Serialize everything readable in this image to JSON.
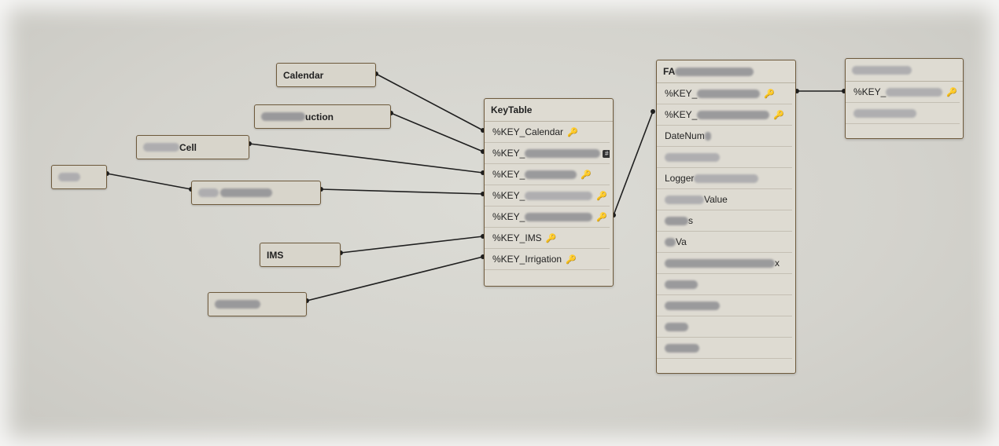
{
  "standalone_tables": {
    "calendar": "Calendar",
    "production": "uction",
    "pressurecell": "Cell",
    "farm": "",
    "ims": "IMS",
    "irrigation": ""
  },
  "keytable": {
    "title": "KeyTable",
    "rows": [
      "%KEY_Calendar",
      "%KEY_",
      "%KEY_",
      "%KEY_",
      "%KEY_",
      "%KEY_IMS",
      "%KEY_Irrigation"
    ]
  },
  "fact_table": {
    "title": "FA",
    "rows": [
      "%KEY_",
      "%KEY_",
      "DateNum",
      "",
      "Logger",
      "Value",
      "s",
      "Va",
      "x",
      "",
      "",
      "",
      ""
    ]
  },
  "port_table": {
    "title": "",
    "rows": [
      "%KEY_",
      ""
    ]
  },
  "icons": [
    "key-icon",
    "hash-icon"
  ],
  "colors": {
    "border": "#6e5a3c",
    "box": "#d8d5cb",
    "link": "#1f1f1f"
  }
}
